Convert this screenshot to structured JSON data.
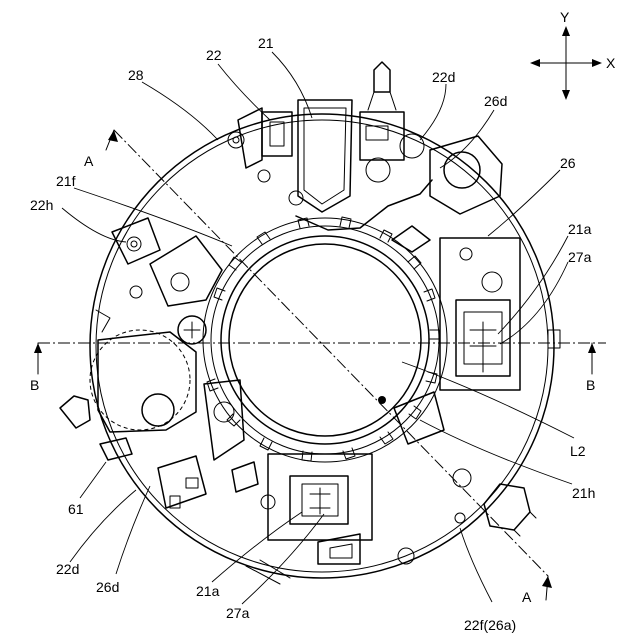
{
  "axes": {
    "y": "Y",
    "x": "X"
  },
  "section_labels": {
    "a_top": "A",
    "a_bottom": "A",
    "b_left": "B",
    "b_right": "B"
  },
  "callouts": [
    {
      "id": "21_top",
      "text": "21"
    },
    {
      "id": "22_top",
      "text": "22"
    },
    {
      "id": "28",
      "text": "28"
    },
    {
      "id": "22d_top",
      "text": "22d"
    },
    {
      "id": "26d_top",
      "text": "26d"
    },
    {
      "id": "26",
      "text": "26"
    },
    {
      "id": "21f",
      "text": "21f"
    },
    {
      "id": "22h",
      "text": "22h"
    },
    {
      "id": "21a_right",
      "text": "21a"
    },
    {
      "id": "27a_right",
      "text": "27a"
    },
    {
      "id": "L2",
      "text": "L2"
    },
    {
      "id": "21h",
      "text": "21h"
    },
    {
      "id": "61",
      "text": "61"
    },
    {
      "id": "22d_bottom",
      "text": "22d"
    },
    {
      "id": "26d_bottom",
      "text": "26d"
    },
    {
      "id": "21a_bottom",
      "text": "21a"
    },
    {
      "id": "27a_bottom",
      "text": "27a"
    },
    {
      "id": "22f",
      "text": "22f(26a)"
    }
  ]
}
